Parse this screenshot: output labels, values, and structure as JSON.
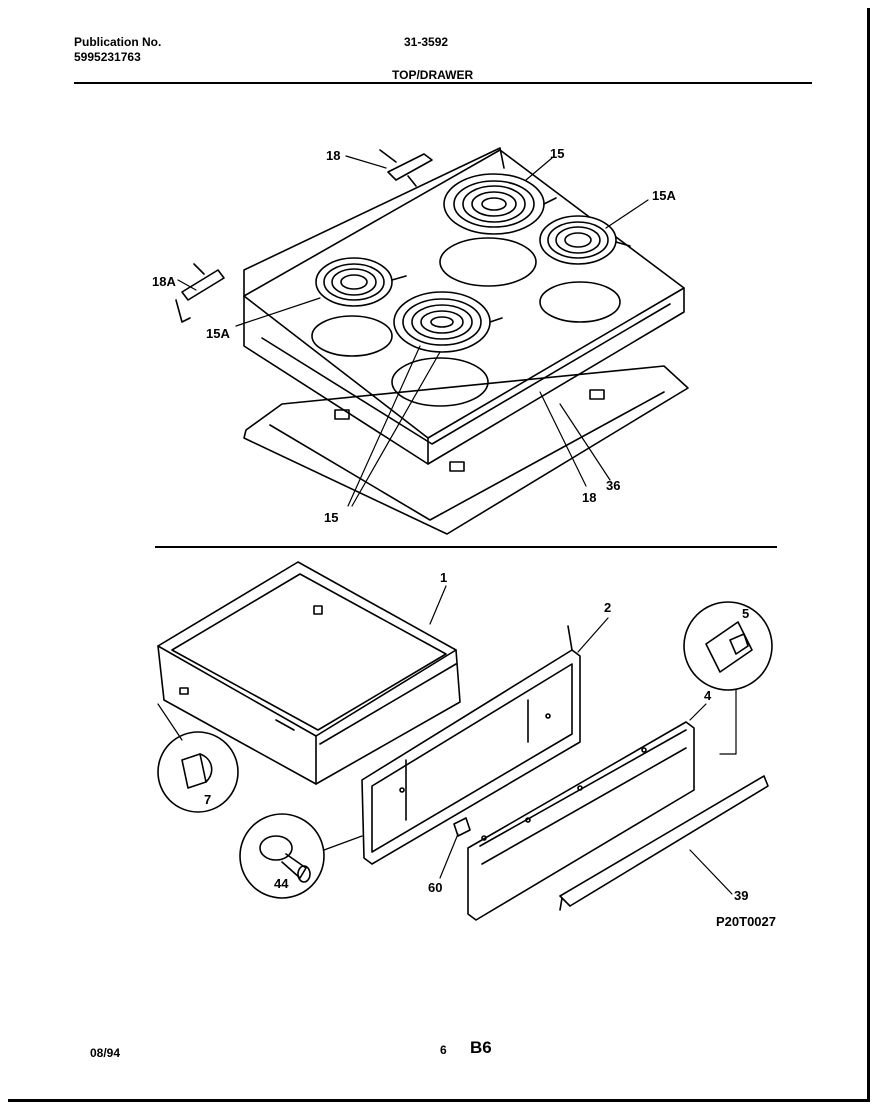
{
  "header": {
    "publication_label": "Publication No.",
    "publication_number": "5995231763",
    "model_code": "31-3592",
    "section_title": "TOP/DRAWER"
  },
  "callouts": {
    "c18_top": "18",
    "c15_top": "15",
    "c15a_top": "15A",
    "c18a": "18A",
    "c15a_left": "15A",
    "c15_bottom": "15",
    "c18_bottom": "18",
    "c36": "36",
    "c1": "1",
    "c2": "2",
    "c5": "5",
    "c4": "4",
    "c7": "7",
    "c44": "44",
    "c60": "60",
    "c39": "39"
  },
  "diagram_ref": "P20T0027",
  "footer": {
    "date": "08/94",
    "page": "6",
    "code": "B6"
  }
}
